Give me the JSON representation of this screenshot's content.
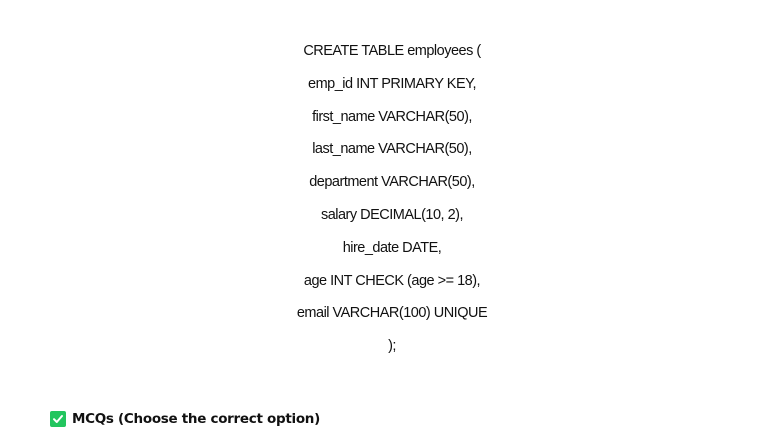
{
  "code": {
    "lines": [
      "CREATE TABLE employees (",
      "emp_id INT PRIMARY KEY,",
      "first_name VARCHAR(50),",
      "last_name VARCHAR(50),",
      "department VARCHAR(50),",
      "salary DECIMAL(10, 2),",
      "hire_date DATE,",
      "age INT CHECK (age >= 18),",
      "email VARCHAR(100) UNIQUE",
      ");"
    ]
  },
  "section": {
    "icon": "check-mark-button-icon",
    "icon_color": "#22c55e",
    "label": "MCQs (Choose the correct option)"
  }
}
